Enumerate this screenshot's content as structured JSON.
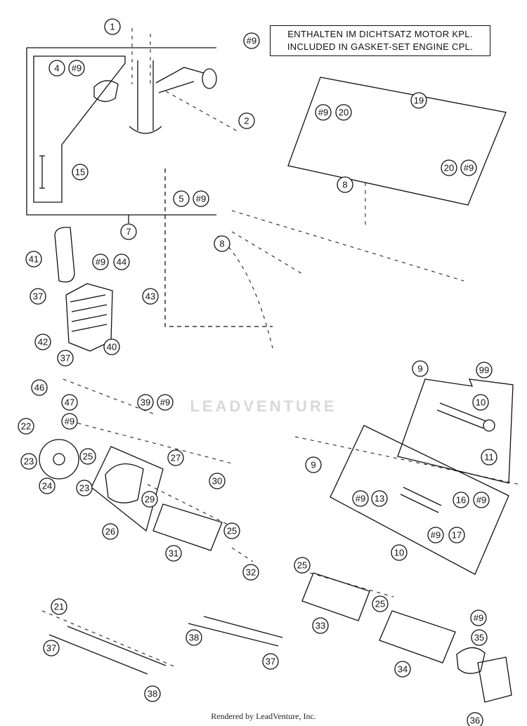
{
  "legend": {
    "marker": "#9",
    "line1": "ENTHALTEN IM DICHTSATZ MOTOR KPL.",
    "line2": "INCLUDED IN GASKET-SET ENGINE CPL."
  },
  "watermark": "LEADVENTURE",
  "footer": "Rendered by LeadVenture, Inc.",
  "callouts": [
    {
      "id": "c1",
      "label": "1"
    },
    {
      "id": "c2",
      "label": "2"
    },
    {
      "id": "c4",
      "label": "4"
    },
    {
      "id": "c4b",
      "label": "#9"
    },
    {
      "id": "c15",
      "label": "15"
    },
    {
      "id": "c5",
      "label": "5"
    },
    {
      "id": "c5b",
      "label": "#9"
    },
    {
      "id": "c7",
      "label": "7"
    },
    {
      "id": "c19",
      "label": "19"
    },
    {
      "id": "c9a",
      "label": "#9"
    },
    {
      "id": "c20a",
      "label": "20"
    },
    {
      "id": "c20b",
      "label": "20"
    },
    {
      "id": "c9b",
      "label": "#9"
    },
    {
      "id": "c8a",
      "label": "8"
    },
    {
      "id": "c8b",
      "label": "8"
    },
    {
      "id": "c41",
      "label": "41"
    },
    {
      "id": "c9c",
      "label": "#9"
    },
    {
      "id": "c44",
      "label": "44"
    },
    {
      "id": "c43",
      "label": "43"
    },
    {
      "id": "c37a",
      "label": "37"
    },
    {
      "id": "c42",
      "label": "42"
    },
    {
      "id": "c40",
      "label": "40"
    },
    {
      "id": "c37b",
      "label": "37"
    },
    {
      "id": "c46",
      "label": "46"
    },
    {
      "id": "c47",
      "label": "47"
    },
    {
      "id": "c9d",
      "label": "#9"
    },
    {
      "id": "c39",
      "label": "39"
    },
    {
      "id": "c9e",
      "label": "#9"
    },
    {
      "id": "c9f",
      "label": "9"
    },
    {
      "id": "c99",
      "label": "99"
    },
    {
      "id": "c10a",
      "label": "10"
    },
    {
      "id": "c11",
      "label": "11"
    },
    {
      "id": "c22",
      "label": "22"
    },
    {
      "id": "c23a",
      "label": "23"
    },
    {
      "id": "c25a",
      "label": "25"
    },
    {
      "id": "c24",
      "label": "24"
    },
    {
      "id": "c23b",
      "label": "23"
    },
    {
      "id": "c27",
      "label": "27"
    },
    {
      "id": "c30",
      "label": "30"
    },
    {
      "id": "c29",
      "label": "29"
    },
    {
      "id": "c26",
      "label": "26"
    },
    {
      "id": "c25b",
      "label": "25"
    },
    {
      "id": "c31",
      "label": "31"
    },
    {
      "id": "c9g",
      "label": "9"
    },
    {
      "id": "c9h",
      "label": "#9"
    },
    {
      "id": "c13",
      "label": "13"
    },
    {
      "id": "c16",
      "label": "16"
    },
    {
      "id": "c9i",
      "label": "#9"
    },
    {
      "id": "c9j",
      "label": "#9"
    },
    {
      "id": "c17",
      "label": "17"
    },
    {
      "id": "c10b",
      "label": "10"
    },
    {
      "id": "c32",
      "label": "32"
    },
    {
      "id": "c25c",
      "label": "25"
    },
    {
      "id": "c25d",
      "label": "25"
    },
    {
      "id": "c33",
      "label": "33"
    },
    {
      "id": "c21",
      "label": "21"
    },
    {
      "id": "c37c",
      "label": "37"
    },
    {
      "id": "c38a",
      "label": "38"
    },
    {
      "id": "c37d",
      "label": "37"
    },
    {
      "id": "c38b",
      "label": "38"
    },
    {
      "id": "c9k",
      "label": "#9"
    },
    {
      "id": "c35",
      "label": "35"
    },
    {
      "id": "c34",
      "label": "34"
    },
    {
      "id": "c36",
      "label": "36"
    },
    {
      "id": "c9top",
      "label": "#9"
    }
  ]
}
